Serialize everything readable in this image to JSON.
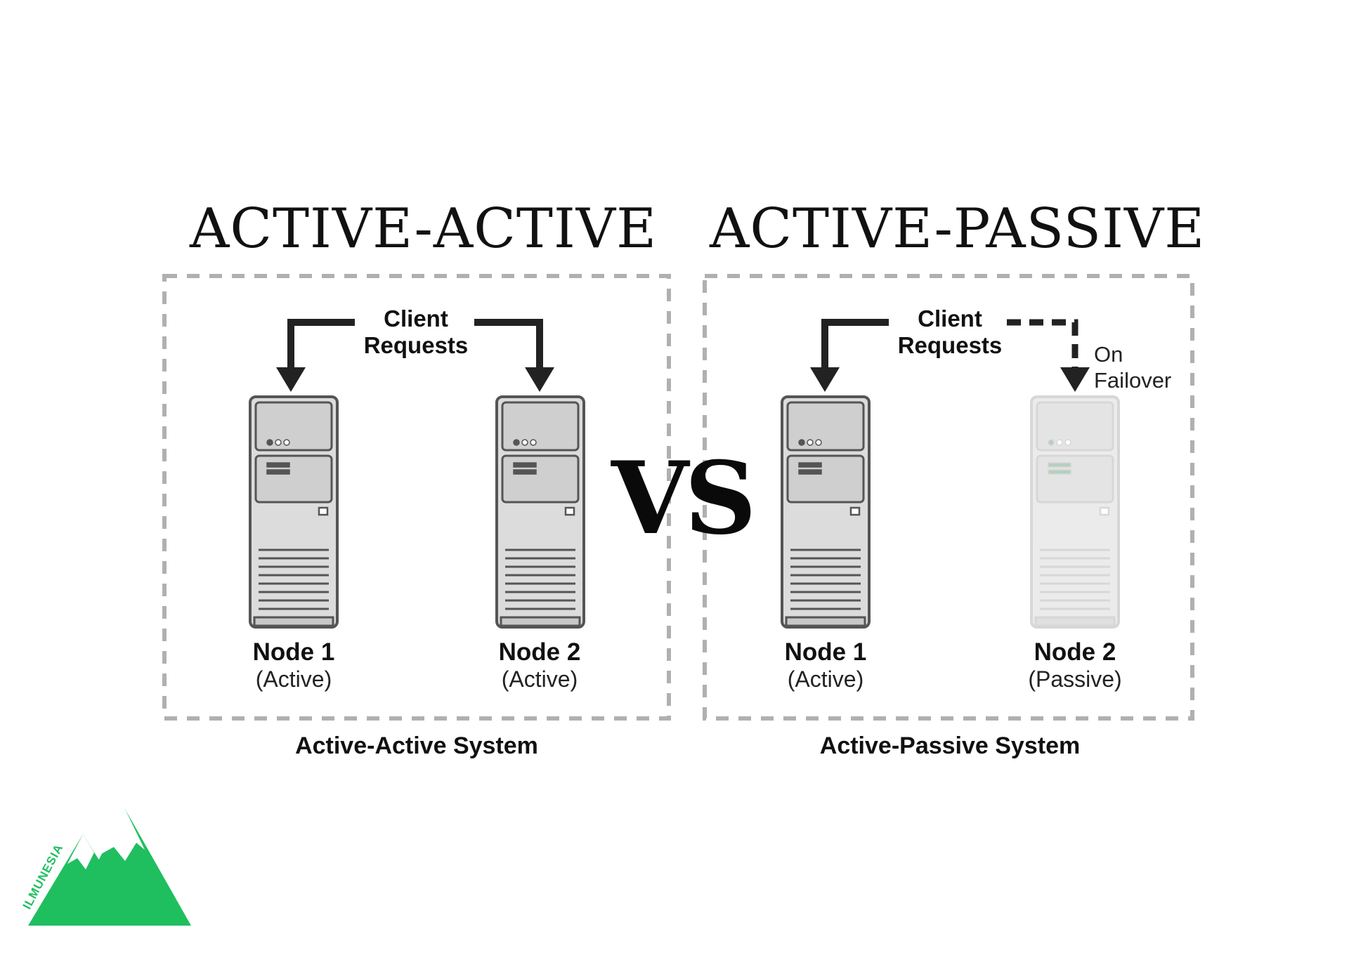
{
  "headings": {
    "left": "ACTIVE-ACTIVE",
    "right": "ACTIVE-PASSIVE"
  },
  "vs": "VS",
  "active_active": {
    "client_requests": [
      "Client",
      "Requests"
    ],
    "node1": {
      "name": "Node 1",
      "state": "(Active)"
    },
    "node2": {
      "name": "Node 2",
      "state": "(Active)"
    },
    "caption": "Active-Active System"
  },
  "active_passive": {
    "client_requests": [
      "Client",
      "Requests"
    ],
    "failover": [
      "On",
      "Failover"
    ],
    "node1": {
      "name": "Node 1",
      "state": "(Active)"
    },
    "node2": {
      "name": "Node 2",
      "state": "(Passive)"
    },
    "caption": "Active-Passive System"
  },
  "logo": {
    "text": "ILMUNESIA",
    "color": "#1fbf5f"
  },
  "colors": {
    "dashed_border": "#b0b0b0",
    "server_dark": "#555555",
    "server_faded": "#b8b8b8",
    "text": "#111111"
  }
}
